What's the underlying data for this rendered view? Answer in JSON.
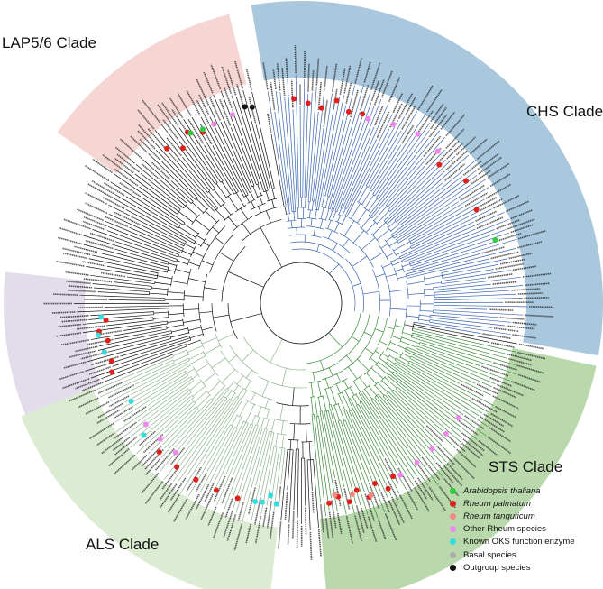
{
  "clades": [
    {
      "id": "lap",
      "label": "LAP5/6 Clade",
      "color": "#f6d6d3"
    },
    {
      "id": "chs",
      "label": "CHS Clade",
      "color": "#a9c8de"
    },
    {
      "id": "sts",
      "label": "STS Clade",
      "color": "#b9d9ad"
    },
    {
      "id": "als",
      "label": "ALS Clade",
      "color": "#dcecd2"
    },
    {
      "id": "oks",
      "label": "",
      "color": "#e3dcea"
    }
  ],
  "legend": [
    {
      "label": "Arabidopsis thaliana",
      "color": "#2ecc40",
      "italic": true
    },
    {
      "label": "Rheum palmatum",
      "color": "#e0201b",
      "italic": true
    },
    {
      "label": "Rheum tanguticum",
      "color": "#f08a80",
      "italic": true
    },
    {
      "label": "Other Rheum species",
      "color": "#ee88ee",
      "italic": false
    },
    {
      "label": "Known OKS function enzyme",
      "color": "#33dddd",
      "italic": false
    },
    {
      "label": "Basal species",
      "color": "#aaaaaa",
      "italic": false
    },
    {
      "label": "Outgroup species",
      "color": "#111111",
      "italic": false
    }
  ]
}
